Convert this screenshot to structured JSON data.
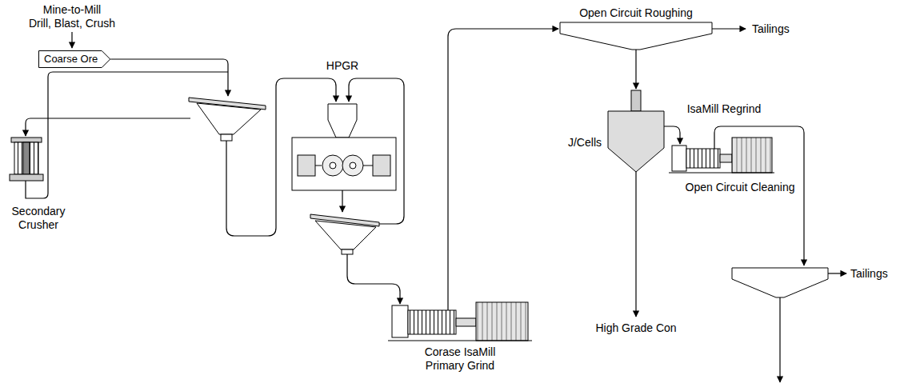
{
  "diagram": {
    "nodes": [
      {
        "text": [
          "Coarse Ore"
        ]
      }
    ],
    "labels": [
      "Mine-to-Mill",
      "Drill, Blast, Crush",
      "HPGR",
      "Secondary Crusher",
      "Corase IsaMill Primary Grind",
      "Open Circuit Roughing",
      "Tailings",
      "J/Cells",
      "IsaMill Regrind",
      "High Grade Con",
      "Open Circuit Cleaning",
      "Tailings"
    ]
  }
}
